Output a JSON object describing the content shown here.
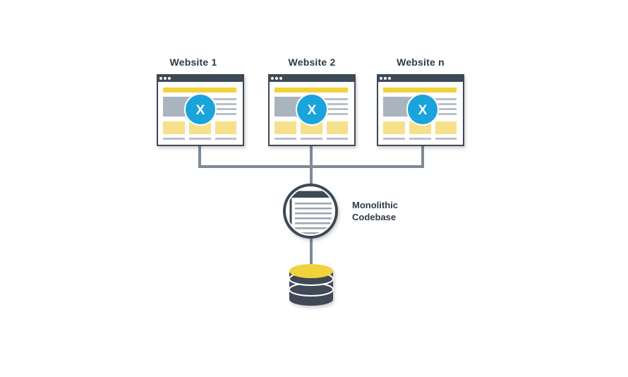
{
  "websites": [
    {
      "label": "Website 1",
      "badge": "X"
    },
    {
      "label": "Website 2",
      "badge": "X"
    },
    {
      "label": "Website n",
      "badge": "X"
    }
  ],
  "codebase": {
    "line1": "Monolithic",
    "line2": "Codebase"
  },
  "colors": {
    "frame": "#3d4a56",
    "connector": "#7f8a94",
    "accent_yellow": "#f2d23a",
    "block_yellow": "#f6e089",
    "block_gray": "#aab4bf",
    "line_gray": "#b8c1ca",
    "badge_blue": "#1aa3dc",
    "db_dark": "#3f4a55"
  }
}
